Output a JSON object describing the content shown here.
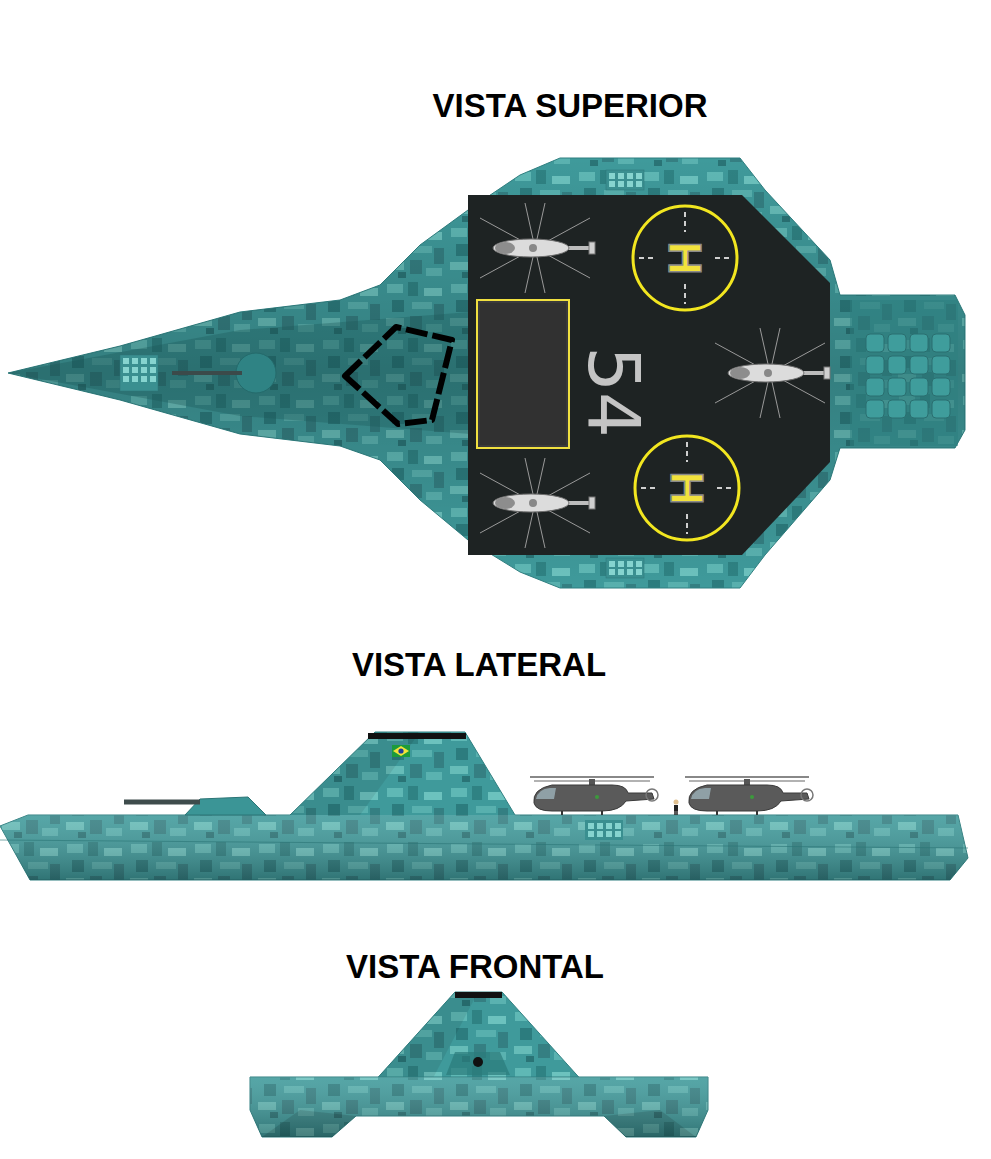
{
  "diagram": {
    "nodes": [
      {
        "text": [
          "H"
        ]
      },
      {
        "text": [
          "H"
        ]
      }
    ],
    "labels": [
      "VISTA SUPERIOR",
      "54",
      "VISTA LATERAL",
      "VISTA FRONTAL"
    ]
  }
}
